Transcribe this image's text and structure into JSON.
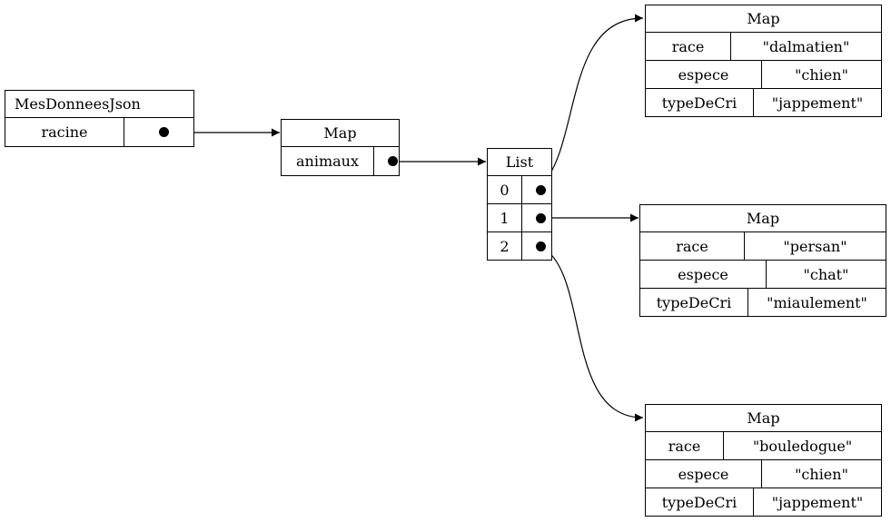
{
  "root": {
    "title": "MesDonneesJson",
    "key": "racine"
  },
  "map_animaux": {
    "title": "Map",
    "key": "animaux"
  },
  "list": {
    "title": "List",
    "indices": [
      "0",
      "1",
      "2"
    ]
  },
  "maps": [
    {
      "title": "Map",
      "rows": [
        {
          "key": "race",
          "value": "\"dalmatien\""
        },
        {
          "key": "espece",
          "value": "\"chien\""
        },
        {
          "key": "typeDeCri",
          "value": "\"jappement\""
        }
      ]
    },
    {
      "title": "Map",
      "rows": [
        {
          "key": "race",
          "value": "\"persan\""
        },
        {
          "key": "espece",
          "value": "\"chat\""
        },
        {
          "key": "typeDeCri",
          "value": "\"miaulement\""
        }
      ]
    },
    {
      "title": "Map",
      "rows": [
        {
          "key": "race",
          "value": "\"bouledogue\""
        },
        {
          "key": "espece",
          "value": "\"chien\""
        },
        {
          "key": "typeDeCri",
          "value": "\"jappement\""
        }
      ]
    }
  ]
}
